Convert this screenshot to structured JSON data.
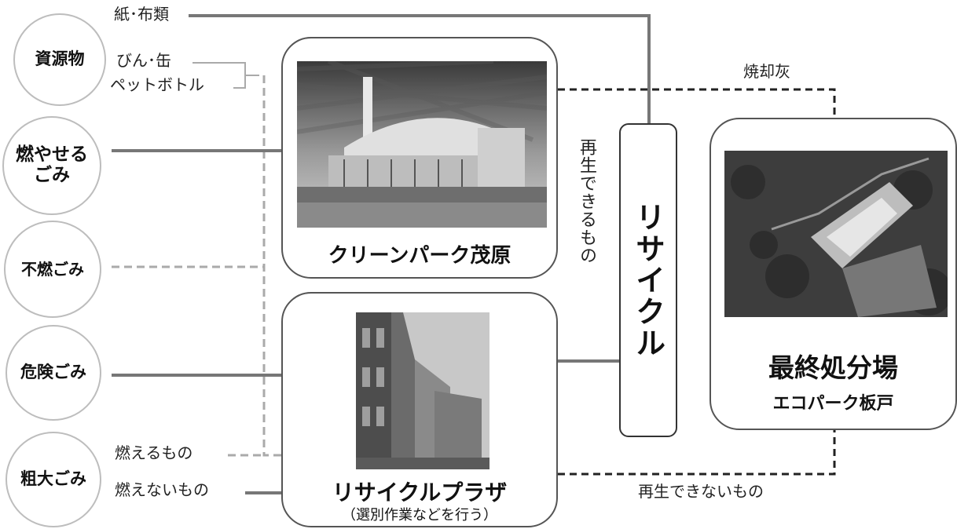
{
  "sources": [
    {
      "label": "資源物"
    },
    {
      "label": "燃やせるごみ"
    },
    {
      "label": "不燃ごみ"
    },
    {
      "label": "危険ごみ"
    },
    {
      "label": "粗大ごみ"
    }
  ],
  "resource_labels": {
    "paper_cloth": "紙･布類",
    "bottles_cans": "びん･缶",
    "pet_bottles": "ペットボトル"
  },
  "oversized_labels": {
    "combustible": "燃えるもの",
    "noncombustible": "燃えないもの"
  },
  "facilities": {
    "clean_park": {
      "name": "クリーンパーク茂原"
    },
    "recycle_plaza": {
      "name": "リサイクルプラザ",
      "note": "（選別作業などを行う）"
    },
    "landfill": {
      "name": "最終処分場",
      "subname": "エコパーク板戸"
    }
  },
  "recycle_box": {
    "label": "リサイクル"
  },
  "flow_labels": {
    "incineration_ash": "焼却灰",
    "recyclable": "再生できるもの",
    "non_recyclable": "再生できないもの"
  },
  "colors": {
    "solid_line": "#777777",
    "dashed_gray": "#aaaaaa",
    "dashed_black": "#222222",
    "circle_border": "#bdbdbd"
  }
}
